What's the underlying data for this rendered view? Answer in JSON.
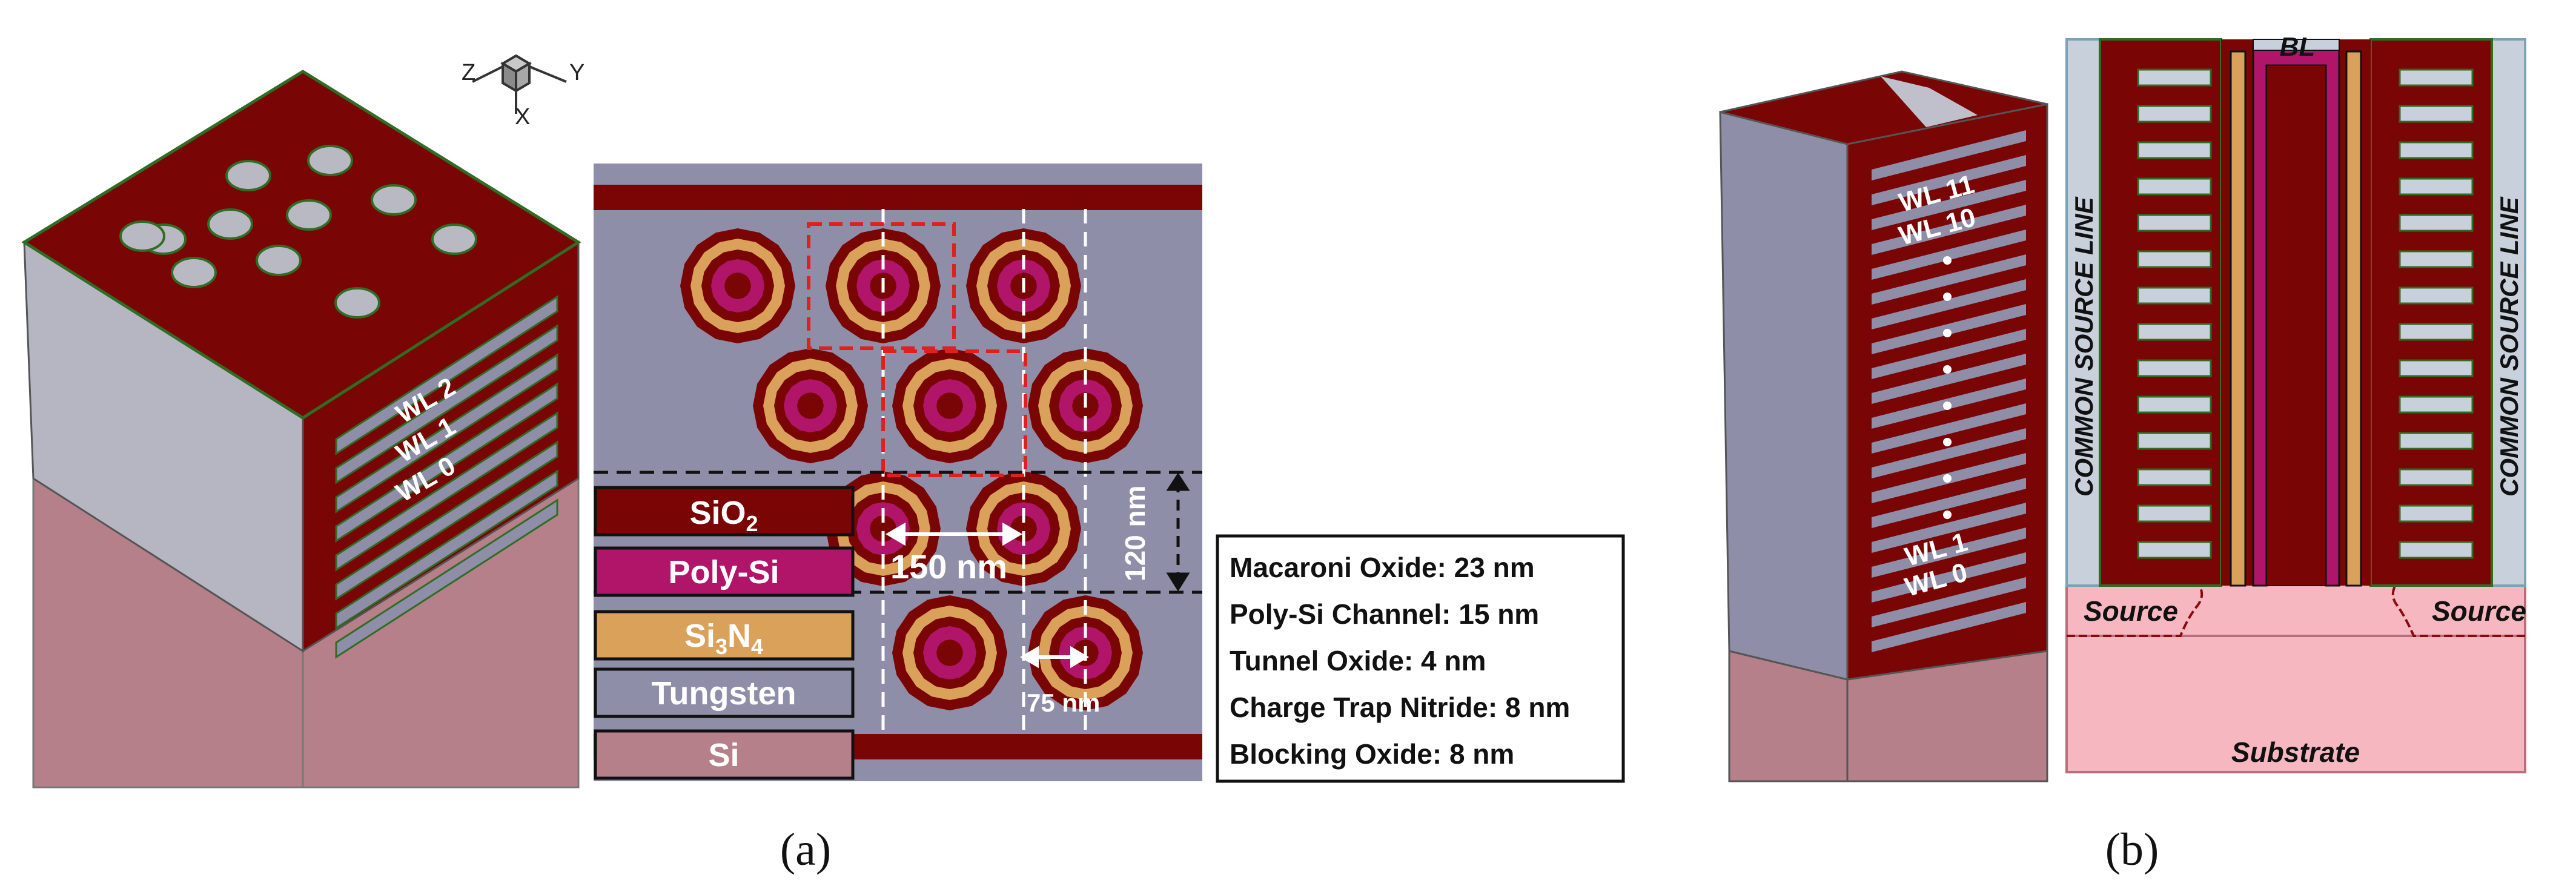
{
  "colors": {
    "sio2": "#7a0505",
    "polysi": "#b0156a",
    "si3n4": "#d9a15a",
    "tungsten": "#8e8ea8",
    "si": "#b5808a",
    "substrate": "#f6b7c1",
    "pillar_top": "#b9b9c4",
    "sidewall": "#a6a6b6",
    "outline_green": "#2f6d24",
    "guide_red": "#e02020"
  },
  "axes3d": {
    "z": "Z",
    "y": "Y",
    "x": "X"
  },
  "panel_a": {
    "caption": "(a)",
    "block_wordlines": [
      "WL 2",
      "WL 1",
      "WL 0"
    ],
    "legend": [
      {
        "key": "sio2",
        "label": "SiO",
        "sub": "2",
        "text_color": "#ffffff"
      },
      {
        "key": "polysi",
        "label": "Poly-Si",
        "sub": "",
        "text_color": "#ffffff"
      },
      {
        "key": "si3n4",
        "label": "Si",
        "sub": "3",
        "label2": "N",
        "sub2": "4",
        "text_color": "#ffffff"
      },
      {
        "key": "tungsten",
        "label": "Tungsten",
        "sub": "",
        "text_color": "#ffffff"
      },
      {
        "key": "si",
        "label": "Si",
        "sub": "",
        "text_color": "#ffffff"
      }
    ],
    "dim_pitch_x": "150 nm",
    "dim_pitch_y": "120 nm",
    "dim_offset": "75 nm",
    "specs": [
      "Macaroni Oxide: 23 nm",
      "Poly-Si Channel: 15 nm",
      "Tunnel Oxide: 4 nm",
      "Charge Trap Nitride: 8 nm",
      "Blocking Oxide: 8 nm"
    ]
  },
  "panel_b": {
    "caption": "(b)",
    "stack_top_wordlines": [
      "WL 11",
      "WL 10"
    ],
    "stack_bottom_wordlines": [
      "WL 1",
      "WL 0"
    ],
    "bitline": "BL",
    "common_source": "COMMON SOURCE LINE",
    "source": "Source",
    "substrate": "Substrate"
  }
}
